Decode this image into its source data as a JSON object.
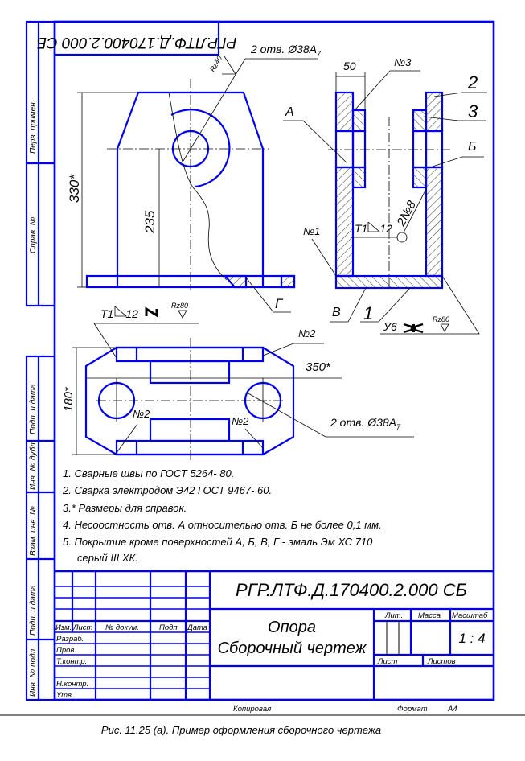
{
  "stamp_top": "РГР.ЛТФ.Д.170400.2.000 СБ",
  "side_strip": [
    "Перв. примен.",
    "Справ. №",
    "Подп. и дата",
    "Инв. № дубл.",
    "Взам. инв. №",
    "Подп. и дата",
    "Инв. № подл."
  ],
  "front_view": {
    "hole_note": "2 отв. Ø38A",
    "hole_tol": "7",
    "roughness": "Rz40",
    "dim_height": "330*",
    "dim_axis": "235",
    "label_g": "Г"
  },
  "side_view": {
    "dim_width": "50",
    "weld_3": "№3",
    "pos_2": "2",
    "pos_3": "3",
    "label_a": "А",
    "label_b": "Б",
    "weld_8": "2№8",
    "weld_t1": "Т1",
    "weld_leg": "12",
    "weld_1": "№1",
    "label_v": "В",
    "pos_1": "1",
    "weld_u6": "У6",
    "roughness": "Rz80"
  },
  "top_view": {
    "weld_t1": "Т1",
    "weld_leg": "12",
    "roughness": "Rz80",
    "weld_2a": "№2",
    "weld_2b": "№2",
    "weld_2c": "№2",
    "dim_length": "350*",
    "dim_width": "180*",
    "hole_note": "2 отв. Ø38A",
    "hole_tol": "7"
  },
  "notes": [
    "1. Сварные швы по ГОСТ 5264- 80.",
    "2. Сварка электродом Э42 ГОСТ 9467- 60.",
    "3.* Размеры для справок.",
    "4. Несоостность отв. А относительно отв. Б не более 0,1 мм.",
    "5. Покрытие кроме поверхностей А, Б, В, Г -  эмаль Эм ХС 710",
    "серый III ХК."
  ],
  "title_block": {
    "designation": "РГР.ЛТФ.Д.170400.2.000 СБ",
    "name_line1": "Опора",
    "name_line2": "Сборочный чертеж",
    "headers": [
      "Изм.",
      "Лист",
      "№ докум.",
      "Подп.",
      "Дата"
    ],
    "roles": [
      "Разраб.",
      "Пров.",
      "Т.контр.",
      "",
      "Н.контр.",
      "Утв."
    ],
    "lit": "Лит.",
    "mass": "Масса",
    "scale_label": "Масштаб",
    "scale_value": "1 : 4",
    "sheet": "Лист",
    "sheets": "Листов",
    "copied": "Копировал",
    "format_label": "Формат",
    "format_value": "А4"
  },
  "caption": "Рис. 11.25 (а). Пример оформления сборочного чертежа"
}
